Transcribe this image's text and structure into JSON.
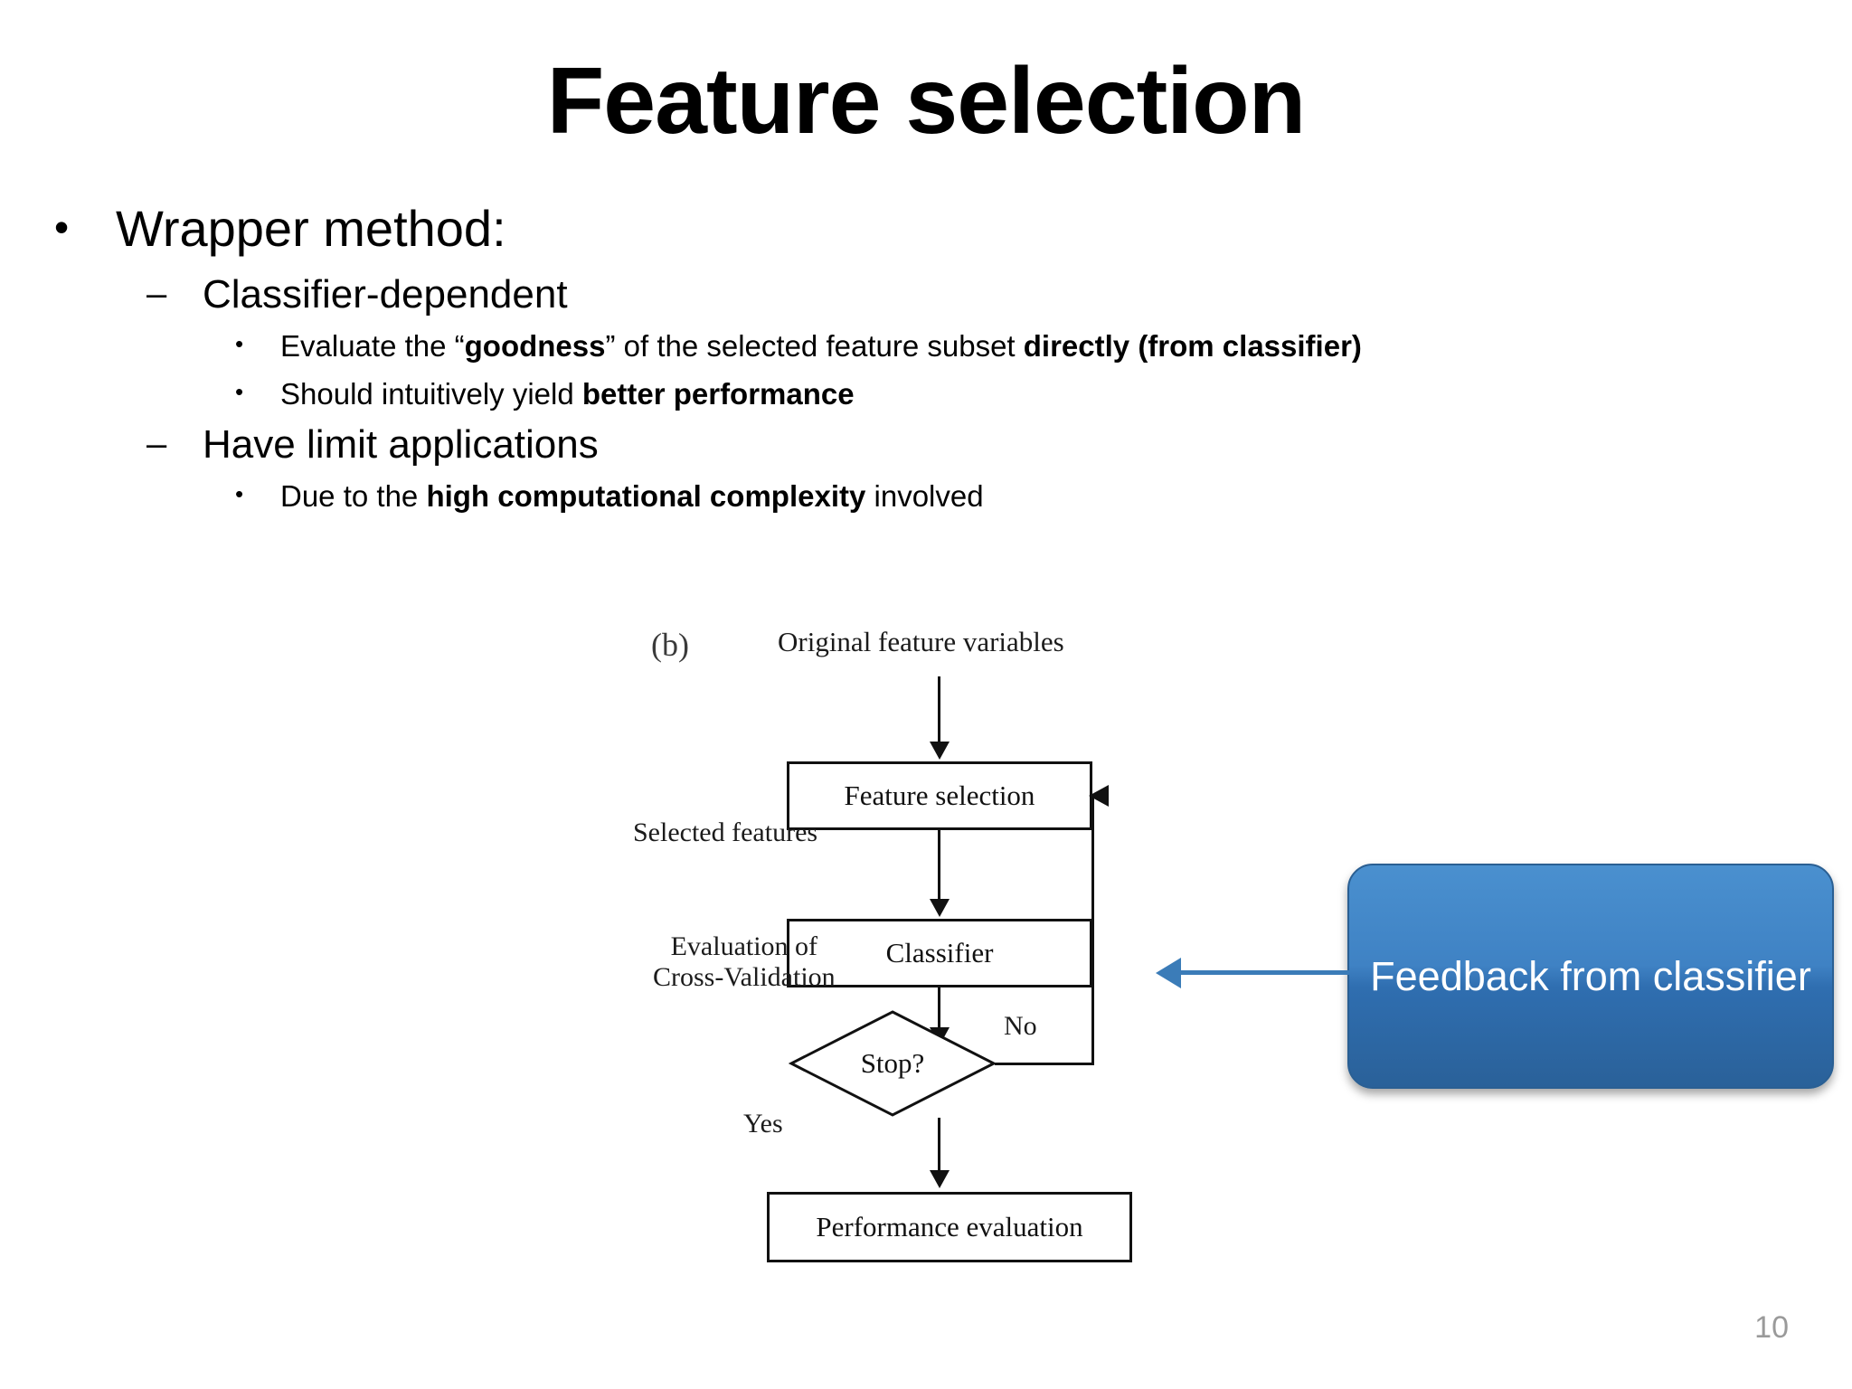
{
  "slide": {
    "title": "Feature selection",
    "page_number": "10"
  },
  "bullets": {
    "level1": "Wrapper method:",
    "items": [
      {
        "label": "Classifier-dependent",
        "subs": [
          {
            "parts": [
              {
                "t": "Evaluate the “",
                "b": false
              },
              {
                "t": "goodness",
                "b": true
              },
              {
                "t": "” of the selected feature subset ",
                "b": false
              },
              {
                "t": "directly (from classifier)",
                "b": true
              }
            ]
          },
          {
            "parts": [
              {
                "t": "Should intuitively yield ",
                "b": false
              },
              {
                "t": "better performance",
                "b": true
              }
            ]
          }
        ]
      },
      {
        "label": "Have limit applications",
        "subs": [
          {
            "parts": [
              {
                "t": "Due to the ",
                "b": false
              },
              {
                "t": "high computational complexity",
                "b": true
              },
              {
                "t": " involved",
                "b": false
              }
            ]
          }
        ]
      }
    ],
    "bullet_glyph_l1": "•",
    "bullet_glyph_l2": "–",
    "bullet_glyph_l3": "•"
  },
  "figure": {
    "panel_label": "(b)",
    "top_caption": "Original feature variables",
    "box_feature_selection": "Feature selection",
    "box_classifier": "Classifier",
    "box_performance": "Performance evaluation",
    "decision": "Stop?",
    "label_selected_features": "Selected features",
    "label_evaluation_line1": "Evaluation of",
    "label_evaluation_line2": "Cross-Validation",
    "label_no": "No",
    "label_yes": "Yes"
  },
  "callout": {
    "text": "Feedback from classifier",
    "fill_color": "#3f82c4",
    "text_color": "#ffffff",
    "arrow_color": "#3b7cb8"
  }
}
